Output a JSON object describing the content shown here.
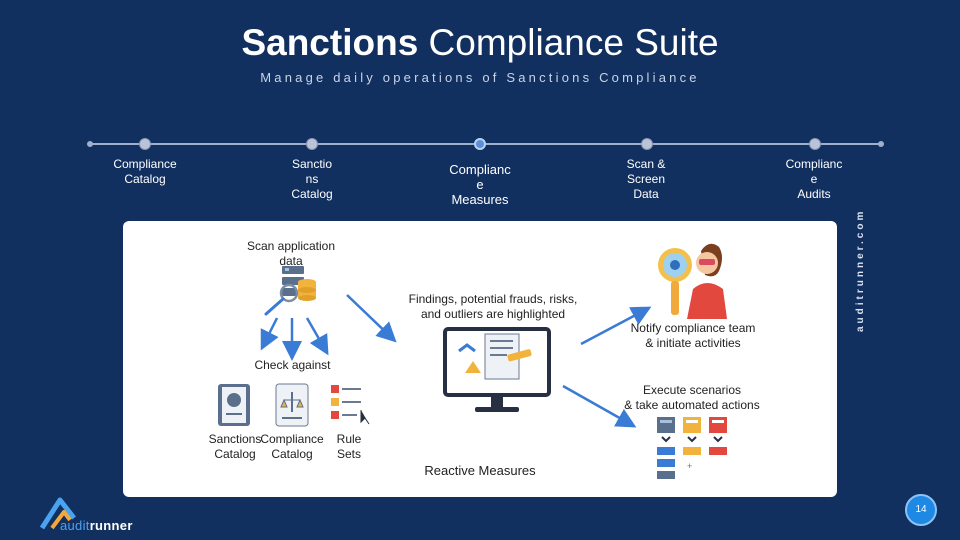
{
  "header": {
    "title_bold": "Sanctions",
    "title_rest": " Compliance Suite",
    "subtitle": "Manage daily operations of Sanctions Compliance"
  },
  "timeline": {
    "steps": [
      {
        "label": "Compliance\nCatalog"
      },
      {
        "label": "Sanctio\nns\nCatalog"
      },
      {
        "label": "Complianc\ne\nMeasures"
      },
      {
        "label": "Scan &\nScreen\nData"
      },
      {
        "label": "Complianc\ne\nAudits"
      }
    ],
    "active_index": 2
  },
  "panel": {
    "scan_text": "Scan application\ndata",
    "findings_text": "Findings, potential frauds, risks,\nand outliers are highlighted",
    "notify_text": "Notify compliance team\n& initiate activities",
    "check_text": "Check against",
    "execute_text": "Execute scenarios\n& take automated actions",
    "catalogs": [
      {
        "label": "Sanctions\nCatalog"
      },
      {
        "label": "Compliance\nCatalog"
      },
      {
        "label": "Rule\nSets"
      }
    ],
    "reactive_title": "Reactive Measures"
  },
  "side_text": "auditrunner.com",
  "page_number": "14",
  "logo": {
    "audit": "audit",
    "runner": "runner"
  },
  "colors": {
    "background": "#12305f",
    "panel": "#ffffff",
    "accent": "#1e88e5",
    "arrow": "#3a7bd5"
  }
}
